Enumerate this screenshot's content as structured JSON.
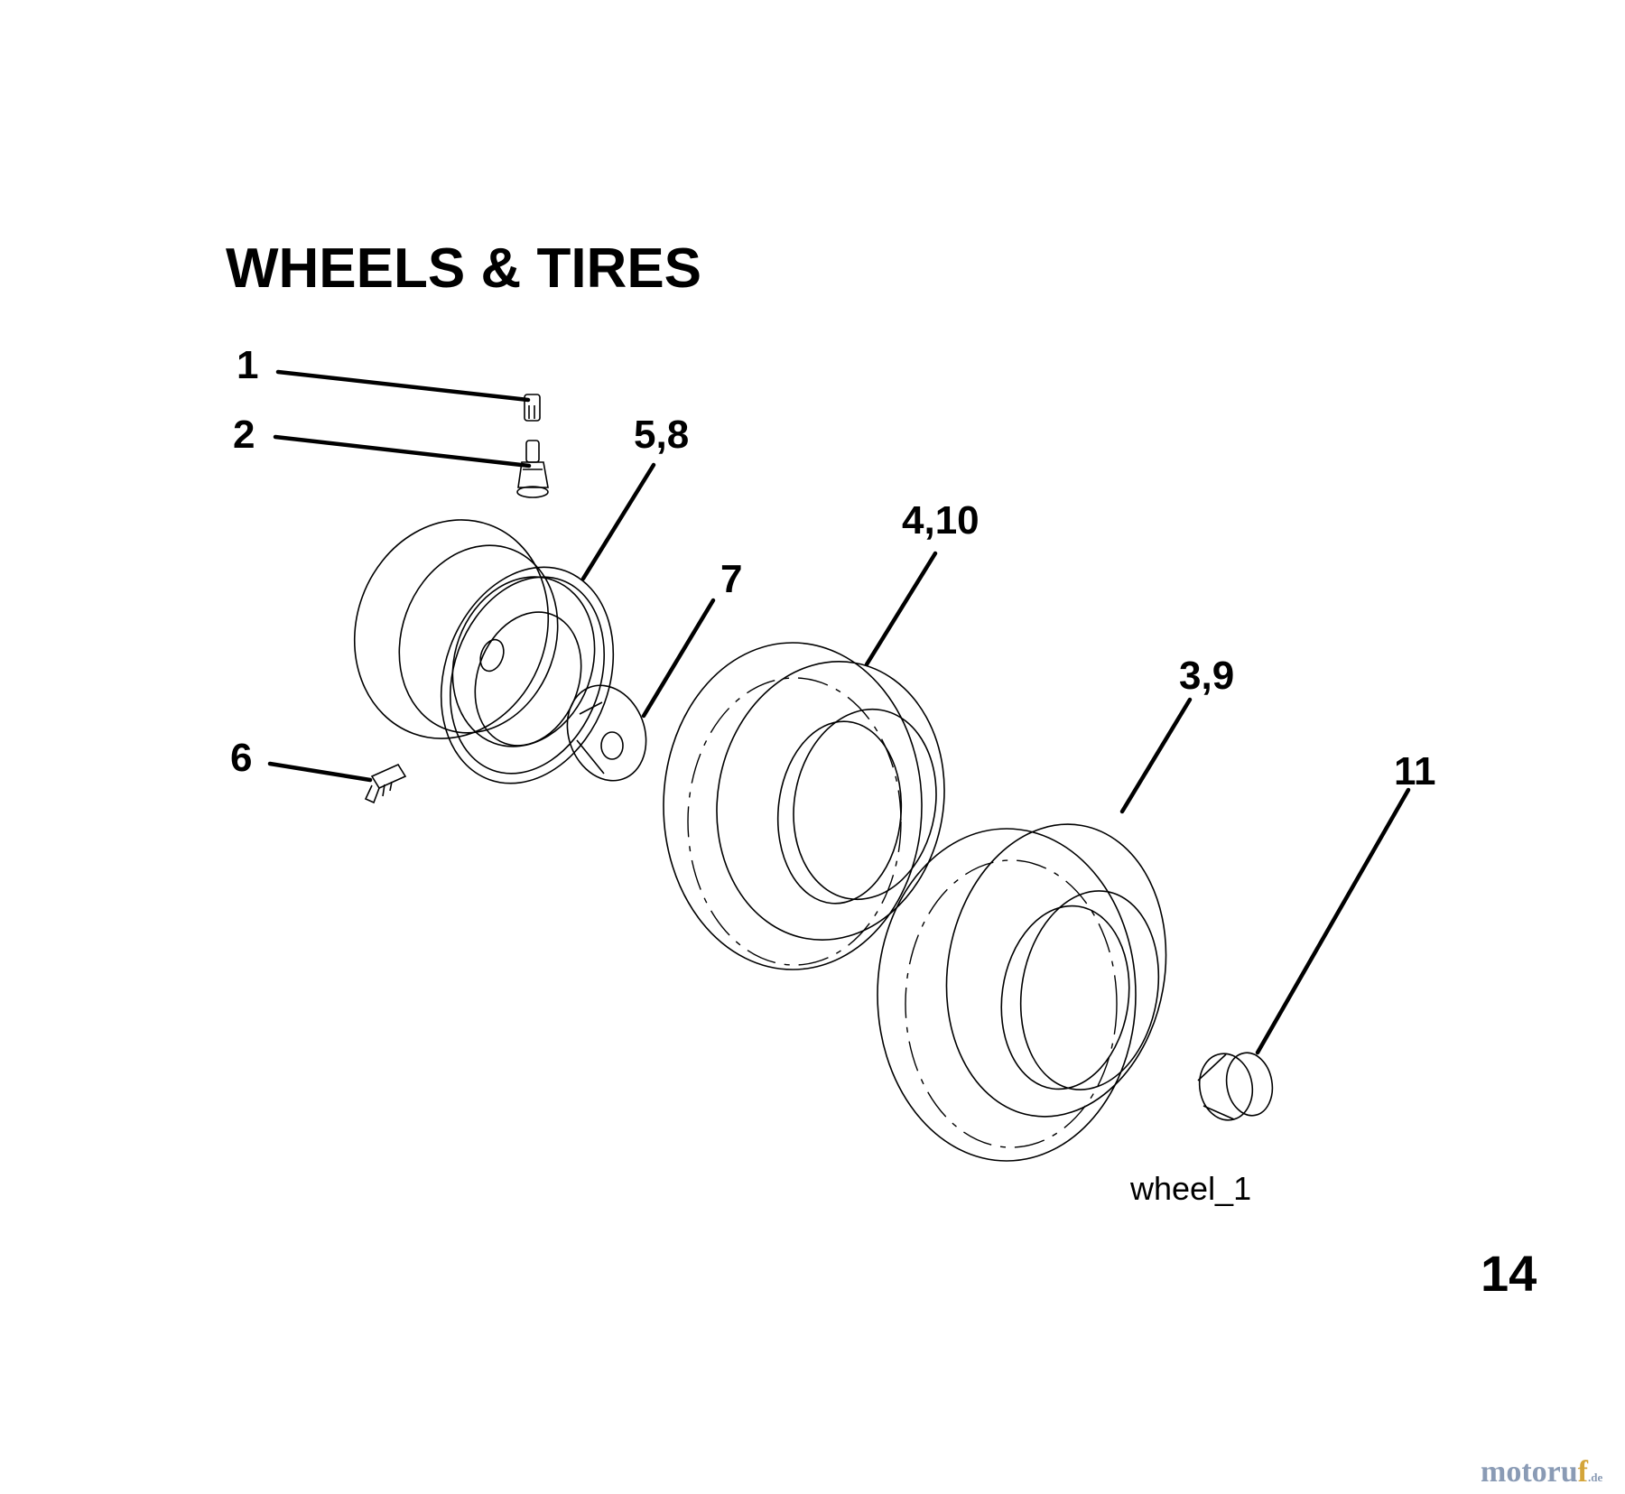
{
  "title": "WHEELS & TIRES",
  "callouts": {
    "c1": "1",
    "c2": "2",
    "c58": "5,8",
    "c7": "7",
    "c410": "4,10",
    "c39": "3,9",
    "c6": "6",
    "c11": "11"
  },
  "figure_id": "wheel_1",
  "page_number": "14",
  "watermark": {
    "main": "motoru",
    "accent": "f",
    "suffix": ".de"
  }
}
